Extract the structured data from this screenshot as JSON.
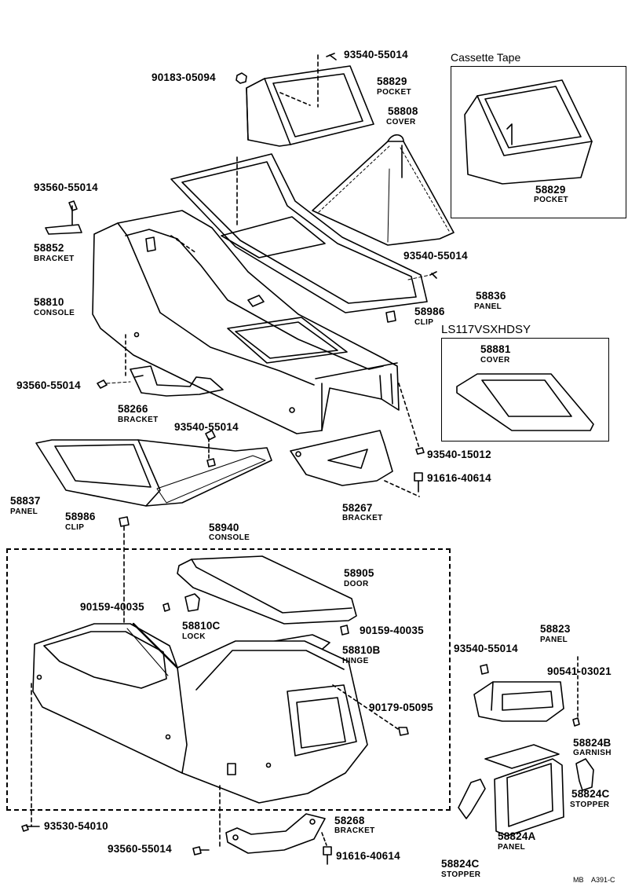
{
  "sections": {
    "cassette": "Cassette Tape",
    "variant": "LS117VSXHDSY"
  },
  "parts": [
    {
      "id": "p1",
      "number": "93540-55014",
      "name": ""
    },
    {
      "id": "p2",
      "number": "90183-05094",
      "name": ""
    },
    {
      "id": "p3",
      "number": "58829",
      "name": "POCKET"
    },
    {
      "id": "p4",
      "number": "58808",
      "name": "COVER"
    },
    {
      "id": "p5",
      "number": "58829",
      "name": "POCKET"
    },
    {
      "id": "p6",
      "number": "93560-55014",
      "name": ""
    },
    {
      "id": "p7",
      "number": "58852",
      "name": "BRACKET"
    },
    {
      "id": "p8",
      "number": "93540-55014",
      "name": ""
    },
    {
      "id": "p9",
      "number": "58810",
      "name": "CONSOLE"
    },
    {
      "id": "p10",
      "number": "58836",
      "name": "PANEL"
    },
    {
      "id": "p11",
      "number": "58986",
      "name": "CLIP"
    },
    {
      "id": "p12",
      "number": "58881",
      "name": "COVER"
    },
    {
      "id": "p13",
      "number": "93560-55014",
      "name": ""
    },
    {
      "id": "p14",
      "number": "58266",
      "name": "BRACKET"
    },
    {
      "id": "p15",
      "number": "93540-55014",
      "name": ""
    },
    {
      "id": "p16",
      "number": "93540-15012",
      "name": ""
    },
    {
      "id": "p17",
      "number": "91616-40614",
      "name": ""
    },
    {
      "id": "p18",
      "number": "58837",
      "name": "PANEL"
    },
    {
      "id": "p19",
      "number": "58986",
      "name": "CLIP"
    },
    {
      "id": "p20",
      "number": "58267",
      "name": "BRACKET"
    },
    {
      "id": "p21",
      "number": "58940",
      "name": "CONSOLE"
    },
    {
      "id": "p22",
      "number": "58905",
      "name": "DOOR"
    },
    {
      "id": "p23",
      "number": "90159-40035",
      "name": ""
    },
    {
      "id": "p24",
      "number": "58810C",
      "name": "LOCK"
    },
    {
      "id": "p25",
      "number": "90159-40035",
      "name": ""
    },
    {
      "id": "p26",
      "number": "58810B",
      "name": "HINGE"
    },
    {
      "id": "p27",
      "number": "58823",
      "name": "PANEL"
    },
    {
      "id": "p28",
      "number": "93540-55014",
      "name": ""
    },
    {
      "id": "p29",
      "number": "90541-03021",
      "name": ""
    },
    {
      "id": "p30",
      "number": "90179-05095",
      "name": ""
    },
    {
      "id": "p31",
      "number": "58824B",
      "name": "GARNISH"
    },
    {
      "id": "p32",
      "number": "58824C",
      "name": "STOPPER"
    },
    {
      "id": "p33",
      "number": "58824A",
      "name": "PANEL"
    },
    {
      "id": "p34",
      "number": "93530-54010",
      "name": ""
    },
    {
      "id": "p35",
      "number": "58268",
      "name": "BRACKET"
    },
    {
      "id": "p36",
      "number": "93560-55014",
      "name": ""
    },
    {
      "id": "p37",
      "number": "91616-40614",
      "name": ""
    },
    {
      "id": "p38",
      "number": "58824C",
      "name": "STOPPER"
    }
  ],
  "footer": {
    "code": "MB",
    "ref": "A391-C"
  }
}
